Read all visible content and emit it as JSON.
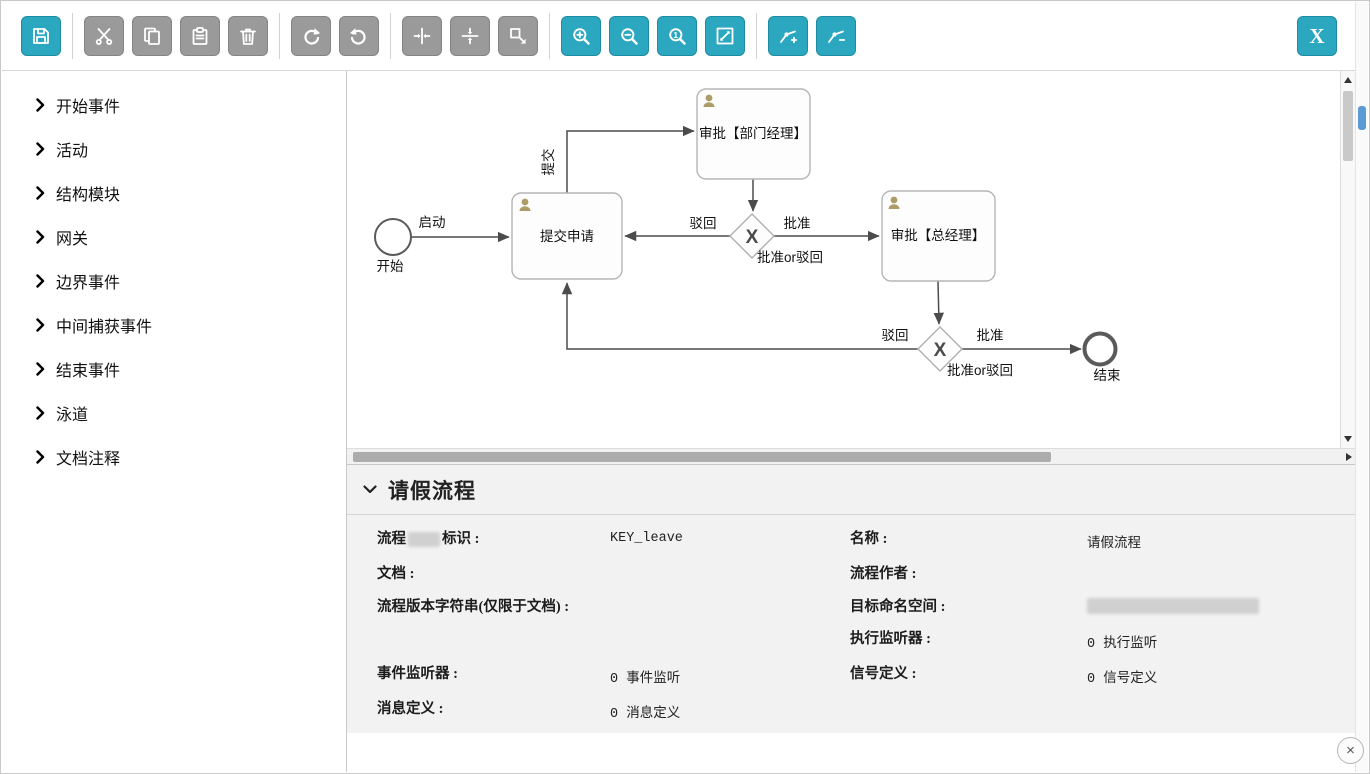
{
  "window": {
    "close_label": "×"
  },
  "toolbar": {
    "x_label": "X",
    "buttons": [
      {
        "id": "save",
        "icon": "floppy-icon",
        "state": "enabled"
      },
      {
        "id": "cut",
        "icon": "scissors-icon",
        "state": "disabled"
      },
      {
        "id": "copy",
        "icon": "copy-icon",
        "state": "disabled"
      },
      {
        "id": "paste",
        "icon": "paste-icon",
        "state": "disabled"
      },
      {
        "id": "delete",
        "icon": "trash-icon",
        "state": "disabled"
      },
      {
        "id": "redo",
        "icon": "redo-arrow-icon",
        "state": "disabled"
      },
      {
        "id": "undo",
        "icon": "undo-arrow-icon",
        "state": "disabled"
      },
      {
        "id": "align-horizontal",
        "icon": "align-horizontal-icon",
        "state": "disabled"
      },
      {
        "id": "align-vertical",
        "icon": "align-vertical-icon",
        "state": "disabled"
      },
      {
        "id": "same-size",
        "icon": "resize-icon",
        "state": "disabled"
      },
      {
        "id": "zoom-in",
        "icon": "magnifier-plus-icon",
        "state": "enabled"
      },
      {
        "id": "zoom-out",
        "icon": "magnifier-minus-icon",
        "state": "enabled"
      },
      {
        "id": "zoom-actual",
        "icon": "magnifier-one-icon",
        "state": "enabled"
      },
      {
        "id": "zoom-fit",
        "icon": "fit-screen-icon",
        "state": "enabled"
      },
      {
        "id": "add-bendpoint",
        "icon": "bendpoint-plus-icon",
        "state": "enabled"
      },
      {
        "id": "remove-bendpoint",
        "icon": "bendpoint-minus-icon",
        "state": "enabled"
      }
    ],
    "accent_color": "#2ba7c0",
    "disabled_color": "#9a9a9a"
  },
  "sidebar": {
    "items": [
      "开始事件",
      "活动",
      "结构模块",
      "网关",
      "边界事件",
      "中间捕获事件",
      "结束事件",
      "泳道",
      "文档注释"
    ]
  },
  "canvas": {
    "nodes": {
      "start": {
        "type": "start-event",
        "label": "开始"
      },
      "submit_task": {
        "type": "user-task",
        "label": "提交申请"
      },
      "dept_task": {
        "type": "user-task",
        "label": "审批【部门经理】"
      },
      "gateway1": {
        "type": "exclusive-gateway",
        "symbol": "X",
        "caption": "批准or驳回"
      },
      "gm_task": {
        "type": "user-task",
        "label": "审批【总经理】"
      },
      "gateway2": {
        "type": "exclusive-gateway",
        "symbol": "X",
        "caption": "批准or驳回"
      },
      "end": {
        "type": "end-event",
        "label": "结束"
      }
    },
    "edge_labels": {
      "start_to_submit": "启动",
      "submit_to_dept": "提交",
      "gw1_reject": "驳回",
      "gw1_approve": "批准",
      "gw2_reject": "驳回",
      "gw2_approve": "批准"
    }
  },
  "properties": {
    "title": "请假流程",
    "fields": {
      "key_label_prefix": "流程",
      "key_label_suffix": "标识 :",
      "key_value": "KEY_leave",
      "name_label": "名称 :",
      "name_value": "请假流程",
      "doc_label": "文档 :",
      "author_label": "流程作者 :",
      "version_label": "流程版本字符串(仅限于文档) :",
      "namespace_label": "目标命名空间 :",
      "exec_label": "执行监听器 :",
      "exec_value": "0 执行监听",
      "event_label": "事件监听器 :",
      "event_value": "0 事件监听",
      "signal_label": "信号定义 :",
      "signal_value": "0 信号定义",
      "message_label": "消息定义 :",
      "message_value": "0 消息定义"
    }
  }
}
